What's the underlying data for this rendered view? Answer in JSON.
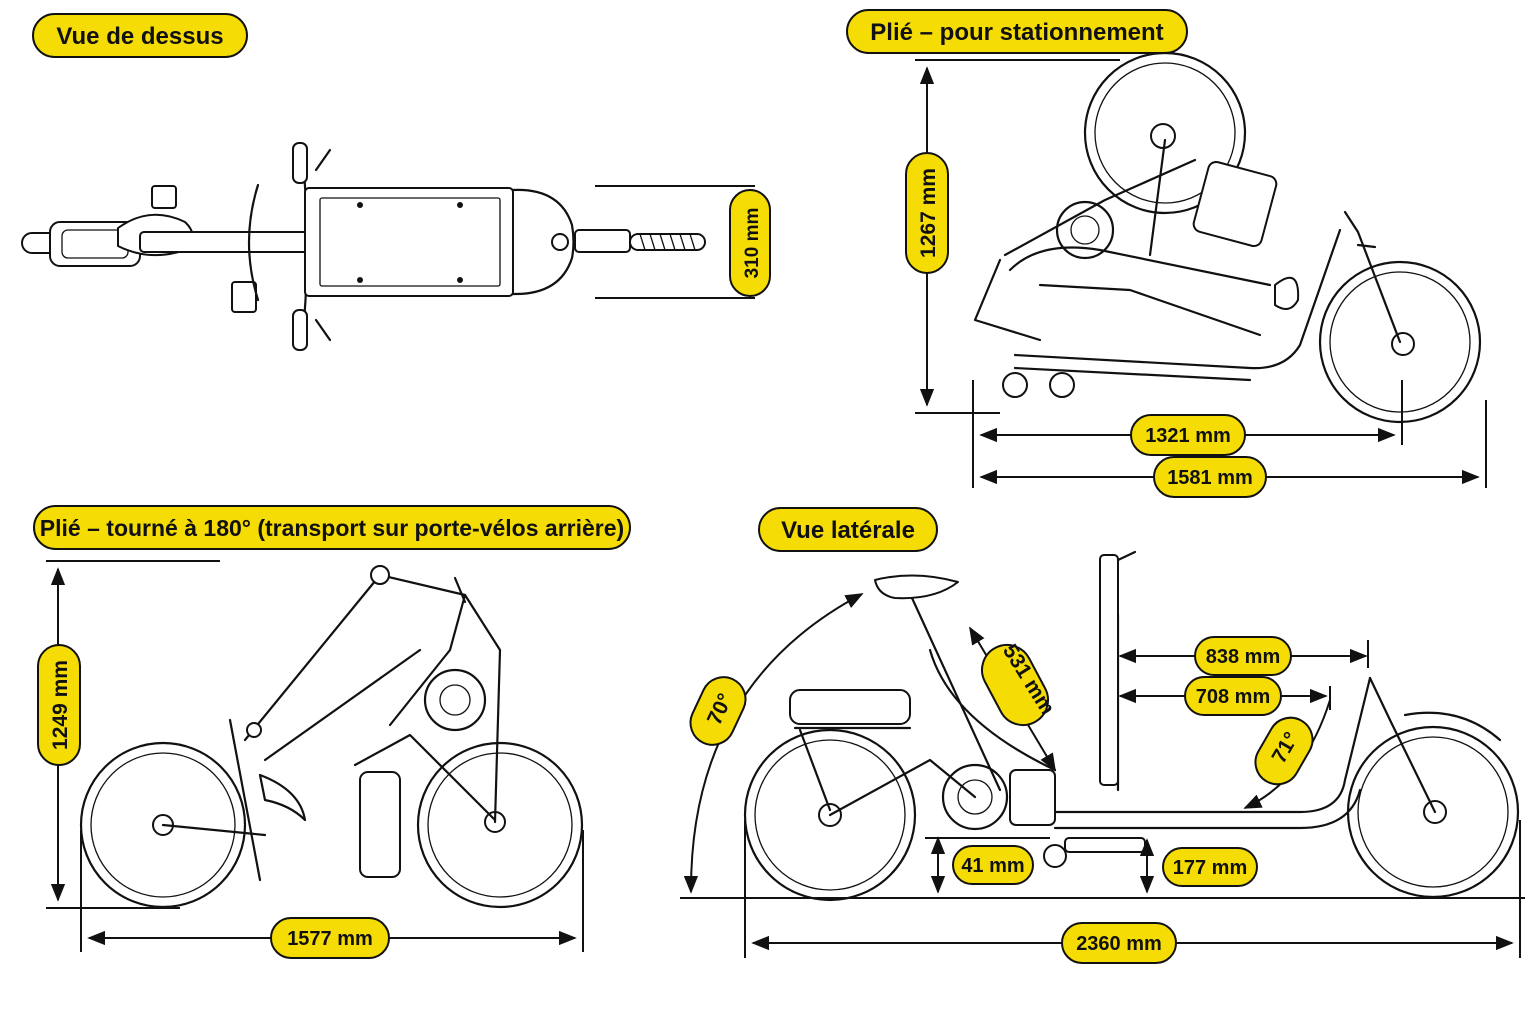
{
  "colors": {
    "accent": "#F5DC05",
    "ink": "#111111",
    "background": "#FFFFFF"
  },
  "views": {
    "top": {
      "title": "Vue de dessus",
      "width_label": "310 mm"
    },
    "parked": {
      "title": "Plié – pour stationnement",
      "height_label": "1267 mm",
      "wheelbase_label": "1321 mm",
      "length_label": "1581 mm"
    },
    "transport": {
      "title": "Plié – tourné à 180° (transport sur porte-vélos arrière)",
      "height_label": "1249 mm",
      "length_label": "1577 mm"
    },
    "side": {
      "title": "Vue latérale",
      "seat_angle_label": "70°",
      "seat_tube_label": "531 mm",
      "load_length_label": "838 mm",
      "load_inner_label": "708 mm",
      "head_angle_label": "71°",
      "ground_clearance_label": "41 mm",
      "deck_height_label": "177 mm",
      "total_length_label": "2360 mm"
    }
  }
}
